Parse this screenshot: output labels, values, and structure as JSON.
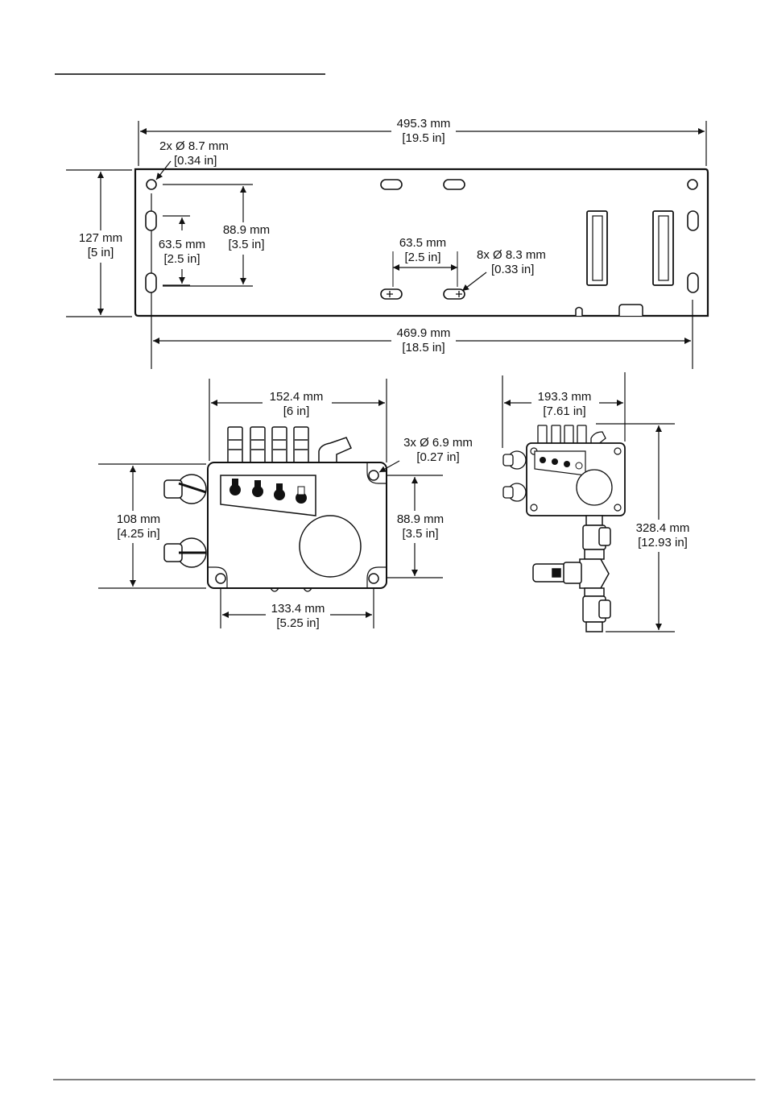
{
  "header": {
    "rule_color": "#000000"
  },
  "footer": {
    "rule_color": "#000000"
  },
  "top_panel": {
    "overall_width": {
      "mm": "495.3 mm",
      "in": "[19.5 in]"
    },
    "mount_hole_count": {
      "mm": "2x Ø 8.7 mm",
      "in": "[0.34 in]"
    },
    "height": {
      "mm": "127 mm",
      "in": "[5 in]"
    },
    "left_slot_spacing": {
      "mm": "63.5 mm",
      "in": "[2.5 in]"
    },
    "left_hole_spacing": {
      "mm": "88.9 mm",
      "in": "[3.5 in]"
    },
    "center_slot_spacing": {
      "mm": "63.5 mm",
      "in": "[2.5 in]"
    },
    "slot_holes": {
      "mm": "8x Ø 8.3 mm",
      "in": "[0.33 in]"
    },
    "hole_width": {
      "mm": "469.9 mm",
      "in": "[18.5 in]"
    }
  },
  "front_view": {
    "top_width": {
      "mm": "152.4 mm",
      "in": "[6 in]"
    },
    "corner_holes": {
      "mm": "3x Ø 6.9 mm",
      "in": "[0.27 in]"
    },
    "height": {
      "mm": "108 mm",
      "in": "[4.25 in]"
    },
    "hole_spacing_vertical": {
      "mm": "88.9 mm",
      "in": "[3.5 in]"
    },
    "hole_spacing_horizontal": {
      "mm": "133.4 mm",
      "in": "[5.25 in]"
    },
    "valve_labels": [
      "",
      "",
      "",
      ""
    ]
  },
  "side_view": {
    "width": {
      "mm": "193.3 mm",
      "in": "[7.61 in]"
    },
    "height": {
      "mm": "328.4 mm",
      "in": "[12.93 in]"
    }
  }
}
